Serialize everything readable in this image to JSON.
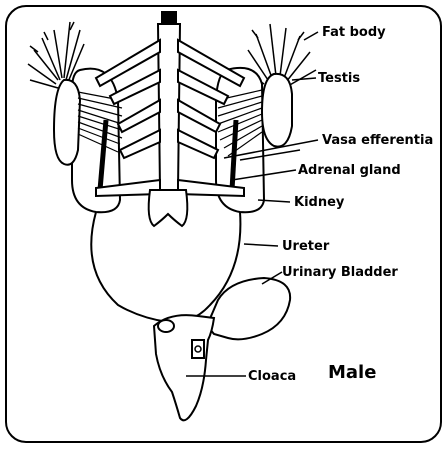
{
  "diagram": {
    "subject": "Male",
    "labels": {
      "fat_body": "Fat body",
      "testis": "Testis",
      "vasa_efferentia": "Vasa efferentia",
      "adrenal_gland": "Adrenal gland",
      "kidney": "Kidney",
      "ureter": "Ureter",
      "urinary_bladder": "Urinary Bladder",
      "cloaca": "Cloaca"
    }
  }
}
